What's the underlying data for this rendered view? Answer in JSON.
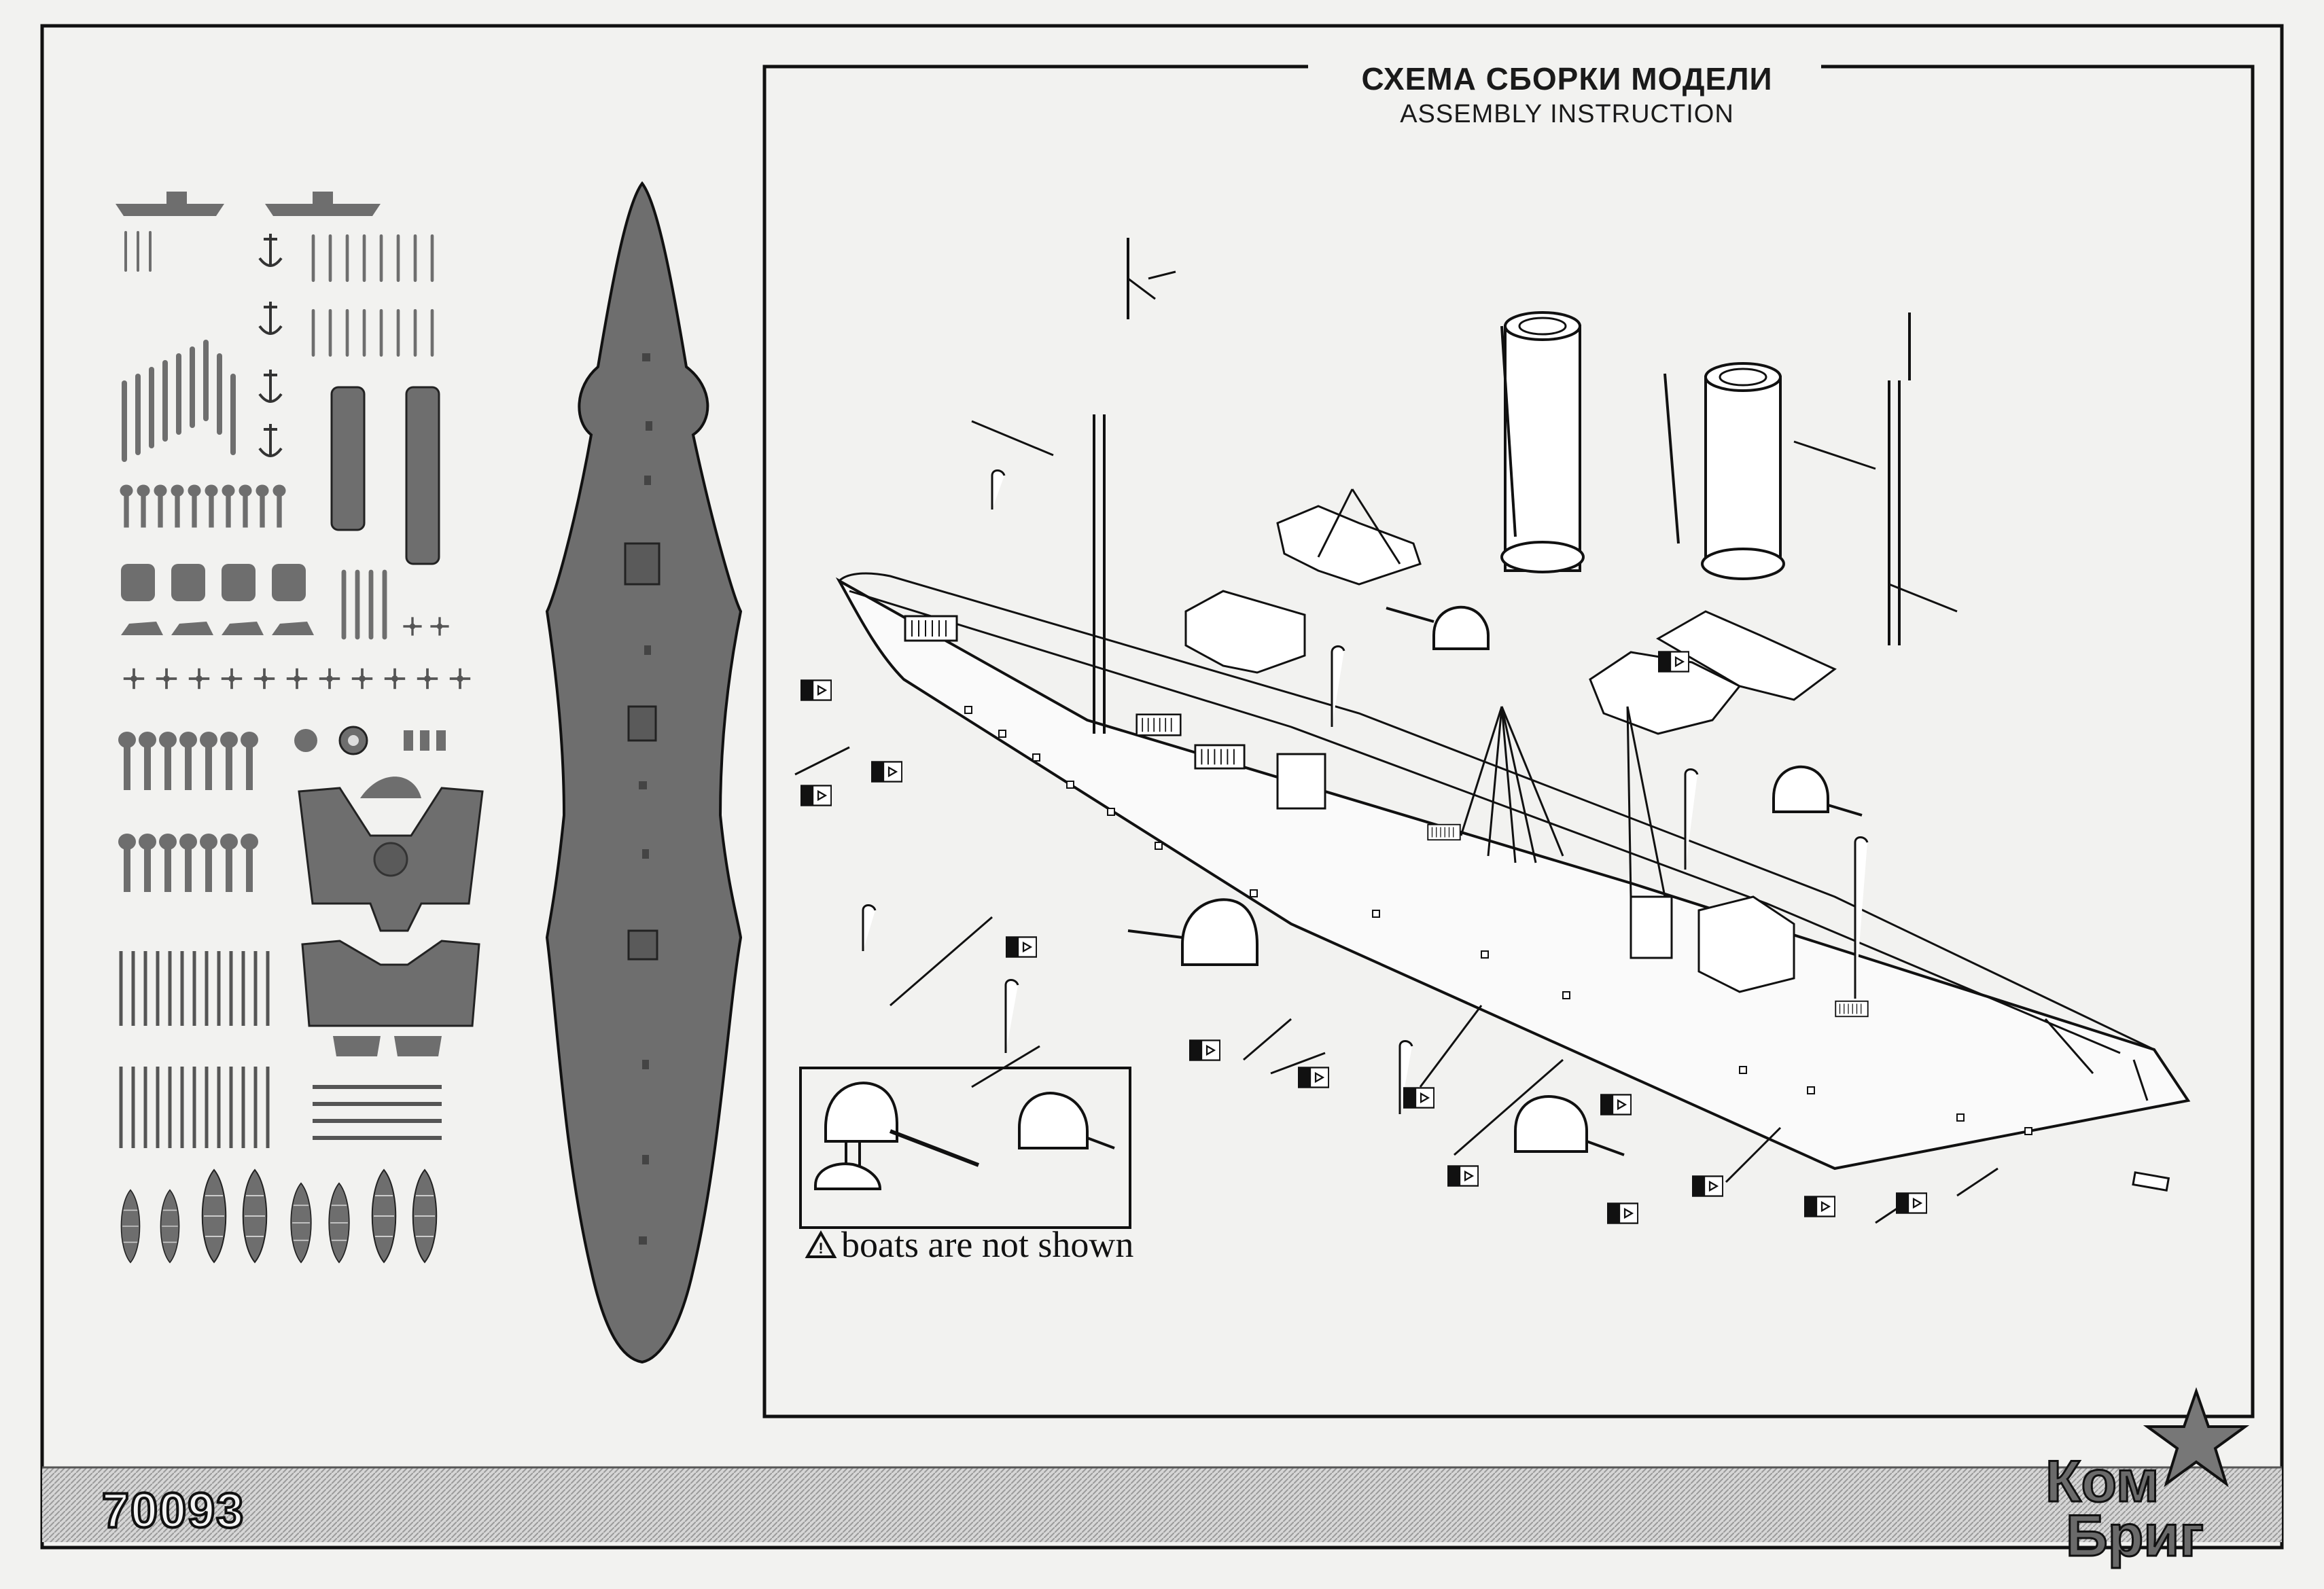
{
  "header": {
    "title_ru": "СХЕМА СБОРКИ МОДЕЛИ",
    "title_en": "ASSEMBLY INSTRUCTION"
  },
  "note": {
    "icon": "warning-triangle-icon",
    "text": "boats are not shown"
  },
  "footer": {
    "kit_number": "70093",
    "brand_line1": "Ком",
    "brand_line2": "Бриг",
    "brand_mark": "star-emblem-icon"
  },
  "colors": {
    "paper": "#f2f2f0",
    "ink": "#111111",
    "part_gray": "#6e6e6e",
    "footer_band": "#bdbdbd"
  }
}
